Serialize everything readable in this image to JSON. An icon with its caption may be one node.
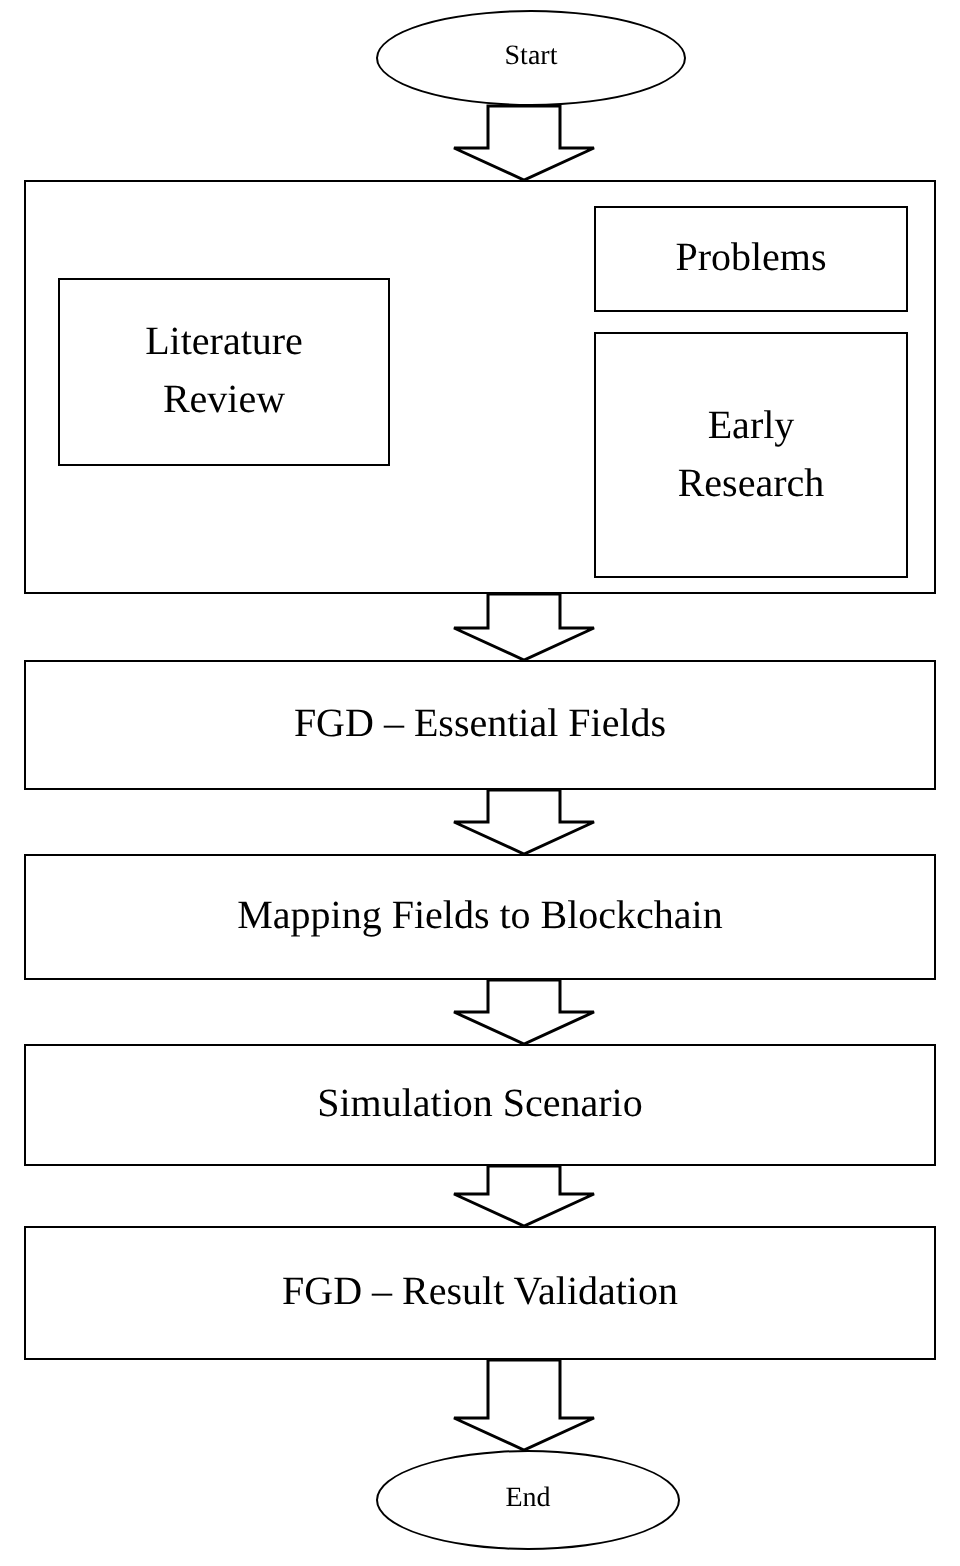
{
  "diagram": {
    "nodes": [
      {
        "text": [
          "Start"
        ]
      },
      {
        "text": [],
        "shape": "box"
      },
      {
        "text": [
          "Literature Review"
        ],
        "in": 1
      },
      {
        "text": [
          "Problems"
        ],
        "in": 1
      },
      {
        "text": [
          "Early Research"
        ],
        "in": 1
      },
      {
        "text": [
          "FGD – Essential Fields"
        ]
      },
      {
        "text": [
          "Mapping Fields to Blockchain"
        ]
      },
      {
        "text": [
          "Simulation Scenario"
        ]
      },
      {
        "text": [
          "FGD – Result Validation"
        ]
      },
      {
        "text": [
          "End"
        ]
      }
    ],
    "edges": [
      {
        "from": 0,
        "to": 1,
        "arrow": "to"
      },
      {
        "from": 1,
        "to": 5,
        "arrow": "to"
      },
      {
        "from": 5,
        "to": 6,
        "arrow": "to"
      },
      {
        "from": 6,
        "to": 7,
        "arrow": "to"
      },
      {
        "from": 7,
        "to": 8,
        "arrow": "to"
      },
      {
        "from": 8,
        "to": 9,
        "arrow": "to"
      }
    ]
  }
}
